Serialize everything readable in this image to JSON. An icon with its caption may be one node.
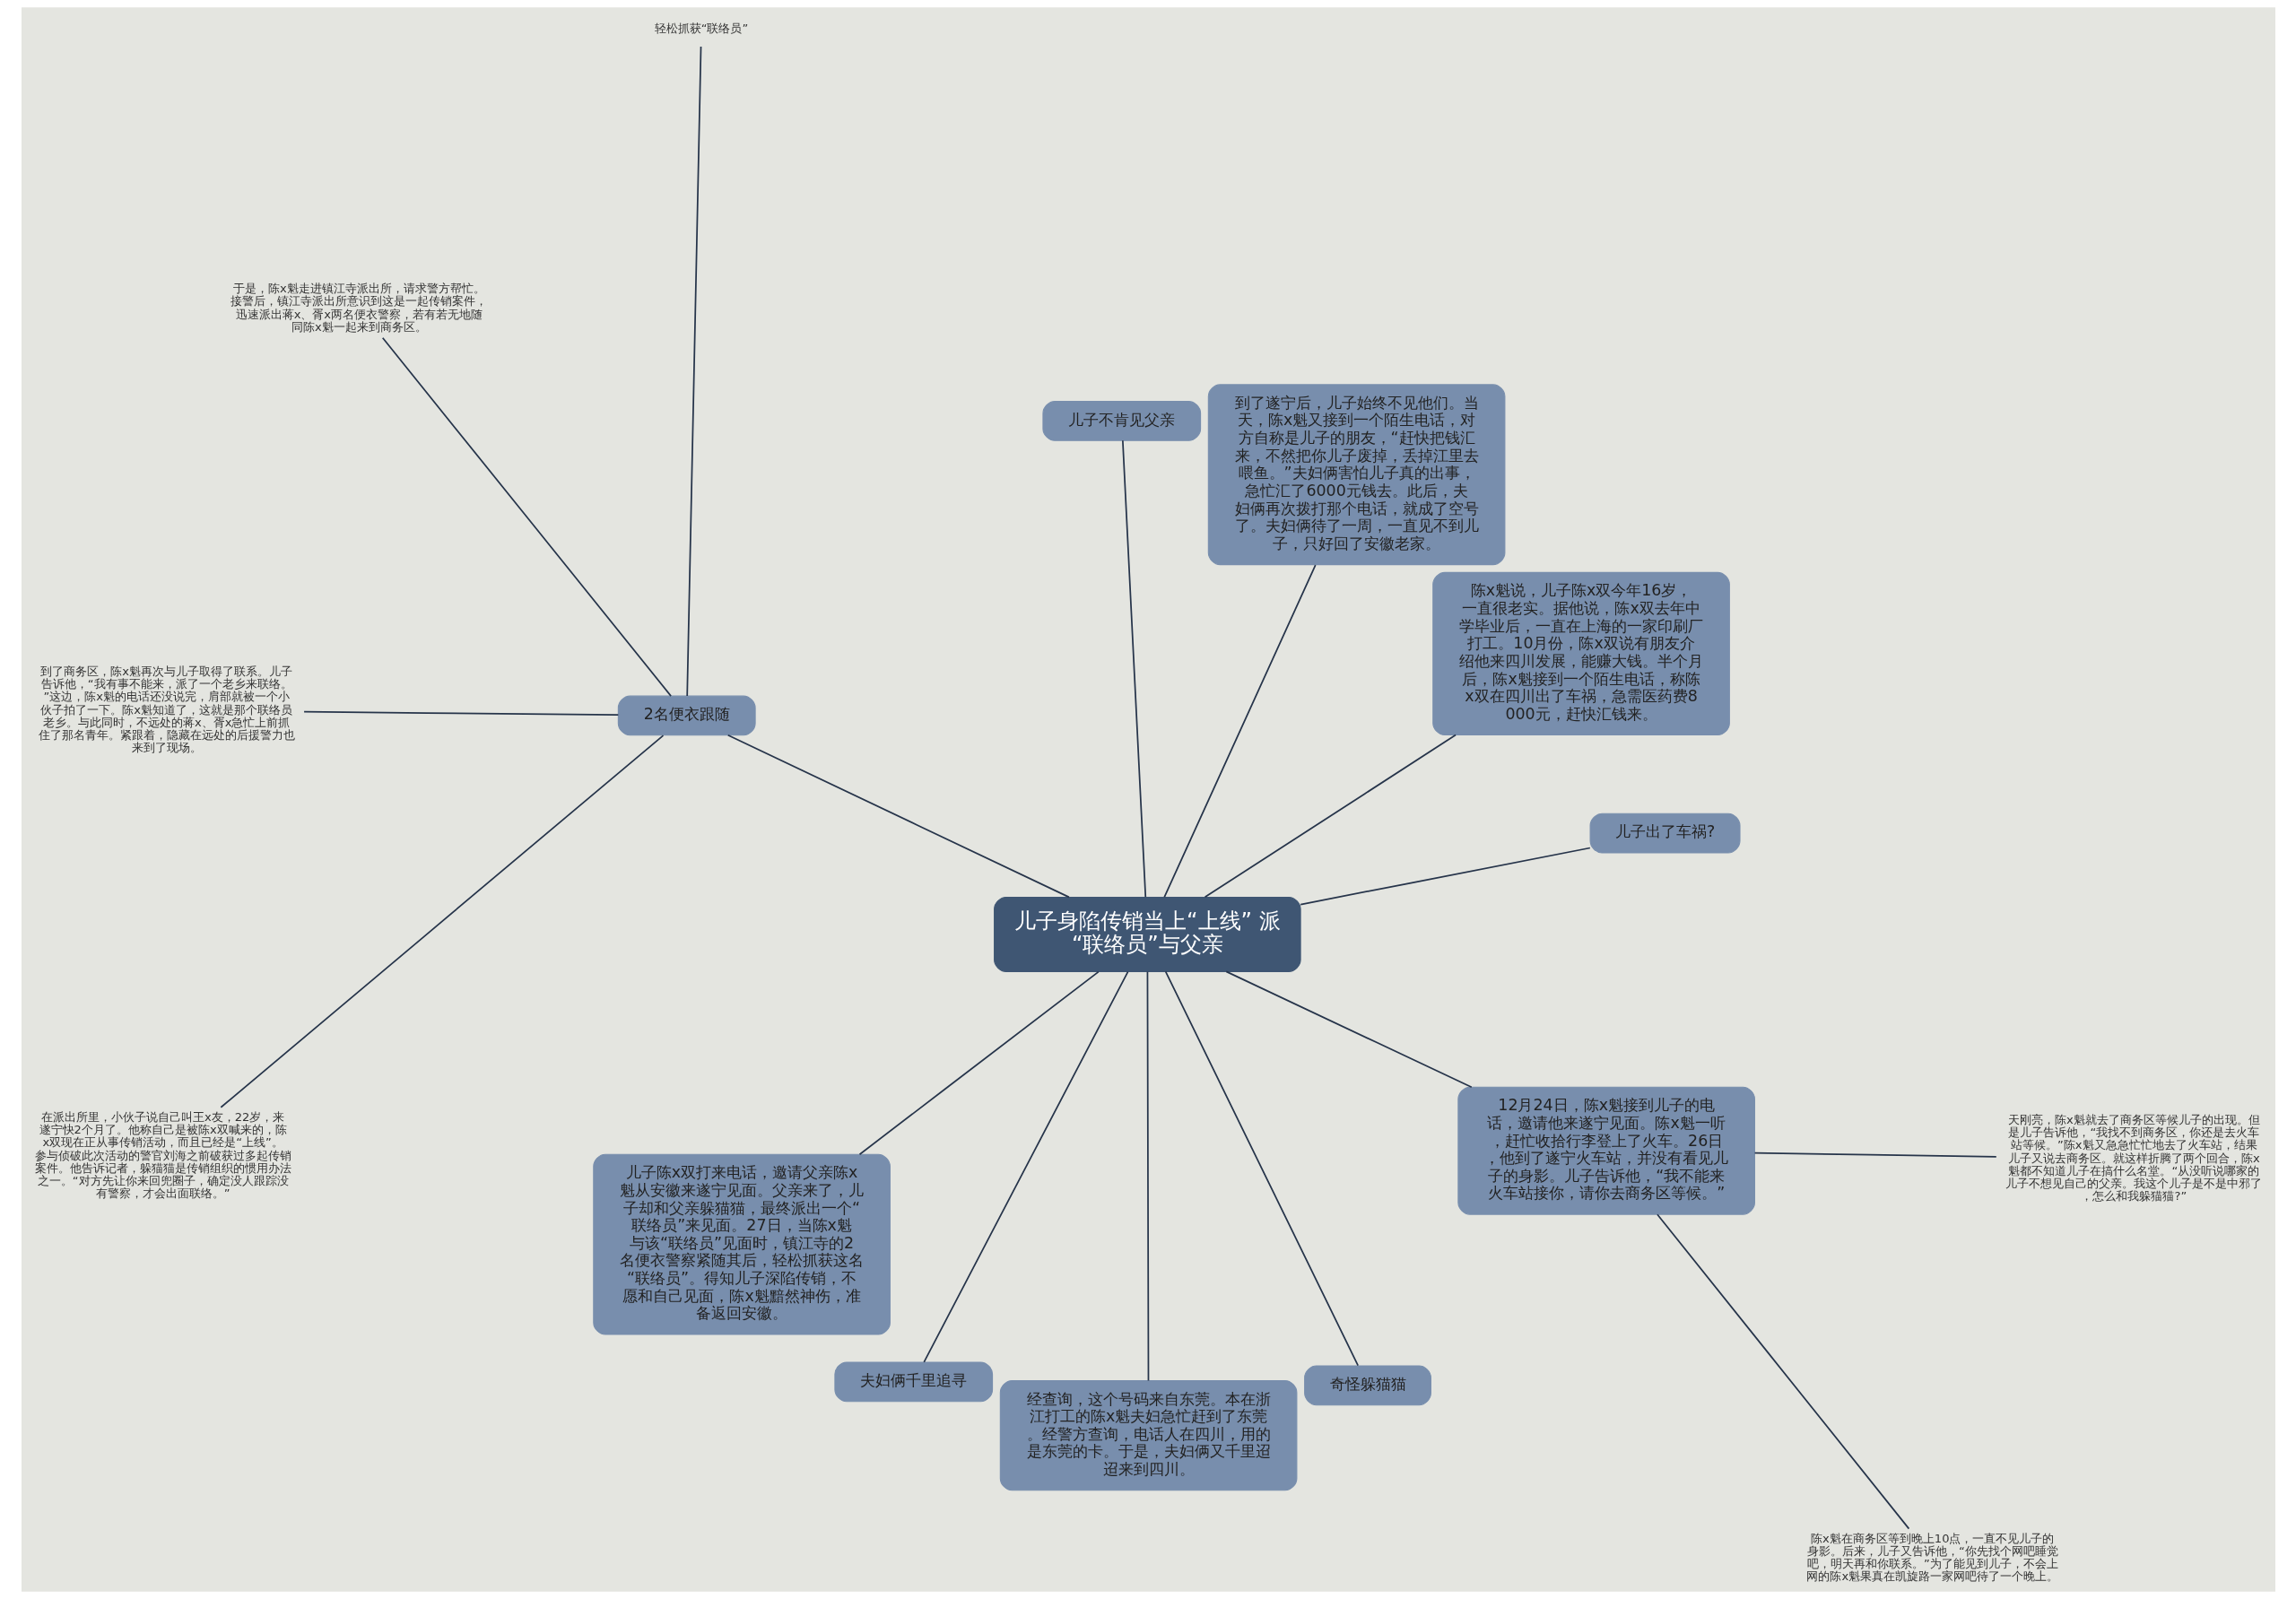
{
  "diagram": {
    "nodes": [
      {
        "text": [
          "儿子身陷传销当上“上线” 派“联络员”与父亲"
        ]
      },
      {
        "text": [
          "儿子出了车祸?"
        ]
      },
      {
        "text": [
          "陈x魁说，儿子陈x双今年16岁，一直很老实。据他说，陈x双去年中学毕业后，一直在上海的一家印刷厂打工。10月份，陈x双说有朋友介绍他来四川发展，能赚大钱。半个月后，陈x魁接到一个陌生电话，称陈x双在四川出了车祸，急需医药费8000元，赶快汇钱来。"
        ]
      },
      {
        "text": [
          "到了遂宁后，儿子始终不见他们。当天，陈x魁又接到一个陌生电话，对方自称是儿子的朋友，“赶快把钱汇来，不然把你儿子废掉，丢掉江里去喂鱼。”夫妇俩害怕儿子真的出事，急忙汇了6000元钱去。此后，夫妇俩再次拨打那个电话，就成了空号了。夫妇俩待了一周，一直见不到儿子，只好回了安徽老家。"
        ]
      },
      {
        "text": [
          "儿子不肯见父亲"
        ]
      },
      {
        "text": [
          "2名便衣跟随"
        ]
      },
      {
        "text": [
          "轻松抓获“联络员”"
        ]
      },
      {
        "text": [
          "于是，陈x魁走进镇江寺派出所，请求警方帮忙。接警后，镇江寺派出所意识到这是一起传销案件，迅速派出蒋x、胥x两名便衣警察，若有若无地随同陈x魁一起来到商务区。"
        ]
      },
      {
        "text": [
          "到了商务区，陈x魁再次与儿子取得了联系。儿子告诉他，“我有事不能来，派了一个老乡来联络。”这边，陈x魁的电话还没说完，肩部就被一个小伙子拍了一下。陈x魁知道了，这就是那个联络员老乡。与此同时，不远处的蒋x、胥x急忙上前抓住了那名青年。紧跟着，隐藏在远处的后援警力也来到了现场。"
        ]
      },
      {
        "text": [
          "在派出所里，小伙子说自己叫王x友，22岁，来遂宁快2个月了。他称自己是被陈x双喊来的，陈x双现在正从事传销活动，而且已经是“上线”。参与侦破此次活动的警官刘海之前破获过多起传销案件。他告诉记者，躲猫猫是传销组织的惯用办法之一。“对方先让你来回兜圈子，确定没人跟踪没有警察，才会出面联络。”"
        ]
      },
      {
        "text": [
          "儿子陈x双打来电话，邀请父亲陈x魁从安徽来遂宁见面。父亲来了，儿子却和父亲躲猫猫，最终派出一个“联络员”来见面。27日，当陈x魁与该“联络员”见面时，镇江寺的2名便衣警察紧随其后，轻松抓获这名“联络员”。得知儿子深陷传销，不愿和自己见面，陈x魁黯然神伤，准备返回安徽。"
        ]
      },
      {
        "text": [
          "夫妇俩千里追寻"
        ]
      },
      {
        "text": [
          "经查询，这个号码来自东莞。本在浙江打工的陈x魁夫妇急忙赶到了东莞。经警方查询，电话人在四川，用的是东莞的卡。于是，夫妇俩又千里迢迢来到四川。"
        ]
      },
      {
        "text": [
          "奇怪躲猫猫"
        ]
      },
      {
        "text": [
          "12月24日，陈x魁接到儿子的电话，邀请他来遂宁见面。陈x魁一听，赶忙收拾行李登上了火车。26日，他到了遂宁火车站，并没有看见儿子的身影。儿子告诉他，“我不能来火车站接你，请你去商务区等候。”"
        ]
      },
      {
        "text": [
          "陈x魁在商务区等到晚上10点，一直不见儿子的身影。后来，儿子又告诉他，“你先找个网吧睡觉吧，明天再和你联系。”为了能见到儿子，不会上网的陈x魁果真在凯旋路一家网吧待了一个晚上。"
        ]
      },
      {
        "text": [
          "天刚亮，陈x魁就去了商务区等候儿子的出现。但是儿子告诉他，“我找不到商务区，你还是去火车站等候。”陈x魁又急急忙忙地去了火车站，结果儿子又说去商务区。就这样折腾了两个回合，陈x魁都不知道儿子在搞什么名堂。“从没听说哪家的儿子不想见自己的父亲。我这个儿子是不是中邪了，怎么和我躲猫猫?”"
        ]
      }
    ],
    "edges": [
      {
        "from": 0,
        "to": 1,
        "arrow": "none"
      },
      {
        "from": 0,
        "to": 2,
        "arrow": "none"
      },
      {
        "from": 0,
        "to": 3,
        "arrow": "none"
      },
      {
        "from": 0,
        "to": 4,
        "arrow": "none"
      },
      {
        "from": 0,
        "to": 5,
        "arrow": "none"
      },
      {
        "from": 5,
        "to": 6,
        "arrow": "none"
      },
      {
        "from": 5,
        "to": 7,
        "arrow": "none"
      },
      {
        "from": 5,
        "to": 8,
        "arrow": "none"
      },
      {
        "from": 5,
        "to": 9,
        "arrow": "none"
      },
      {
        "from": 0,
        "to": 10,
        "arrow": "none"
      },
      {
        "from": 0,
        "to": 11,
        "arrow": "none"
      },
      {
        "from": 0,
        "to": 12,
        "arrow": "none"
      },
      {
        "from": 0,
        "to": 13,
        "arrow": "none"
      },
      {
        "from": 0,
        "to": 14,
        "arrow": "none"
      },
      {
        "from": 14,
        "to": 15,
        "arrow": "none"
      },
      {
        "from": 14,
        "to": 16,
        "arrow": "none"
      }
    ]
  }
}
